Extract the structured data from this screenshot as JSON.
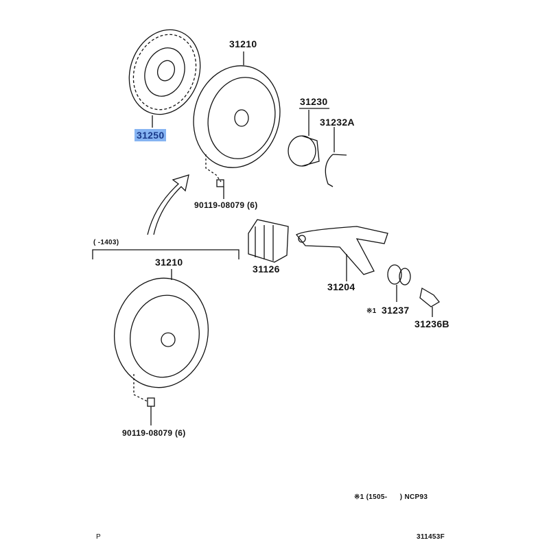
{
  "diagram_code": "311453F",
  "page_marker": "P",
  "footnote": "※1 (1505-      ) NCP93",
  "range_label": "(      -1403)",
  "highlight_color": "#86b4f2",
  "parts": {
    "clutch_disc": "31250",
    "cover_upper": "31210",
    "release_bearing": "31230",
    "bearing_clip": "31232A",
    "bolt_upper": "90119-08079 (6)",
    "boot": "31126",
    "release_fork": "31204",
    "fork_support_mark": "※1",
    "fork_support": "31237",
    "pivot": "31236B",
    "cover_lower": "31210",
    "bolt_lower": "90119-08079 (6)"
  }
}
